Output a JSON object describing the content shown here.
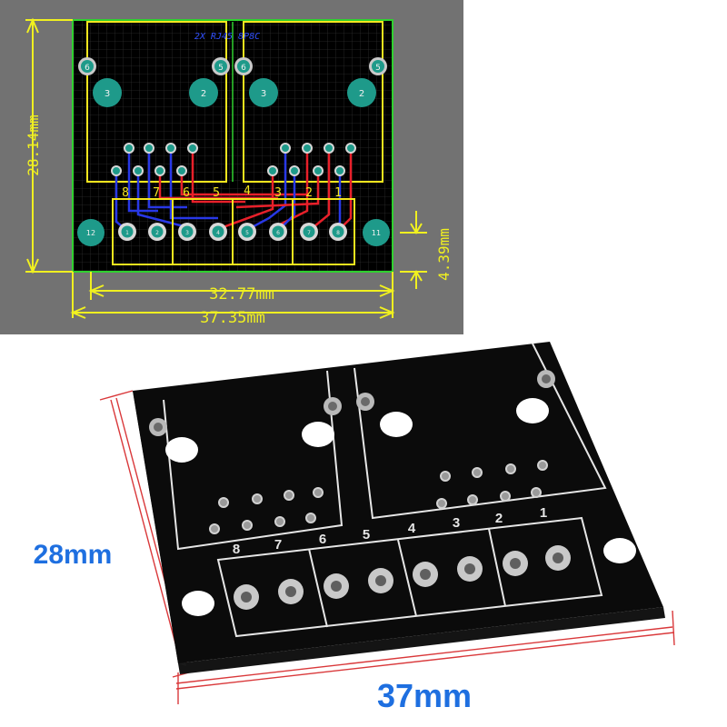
{
  "pcb_layout": {
    "board_label": "2X RJ45 8P8C",
    "mounting_labels": [
      "6",
      "5",
      "6",
      "5"
    ],
    "large_pad_labels": [
      "3",
      "2",
      "3",
      "2"
    ],
    "pin_numbers": [
      "8",
      "7",
      "6",
      "5",
      "4",
      "3",
      "2",
      "1"
    ],
    "terminal_labels": [
      "1",
      "2",
      "3",
      "4",
      "5",
      "6",
      "7",
      "8"
    ],
    "corner_pad_left": "12",
    "corner_pad_right": "11",
    "dim_height": "28.14mm",
    "dim_inner_width": "32.77mm",
    "dim_outer_width": "37.35mm",
    "dim_edge": "4.39mm",
    "colors": {
      "background": "#727272",
      "board": "#000000",
      "outline_green": "#2fd02f",
      "silk_yellow": "#f5e61e",
      "trace_red": "#e8202a",
      "trace_blue": "#2838e6",
      "pad": "#1e9a8a",
      "dimension": "#f0f020"
    }
  },
  "photo": {
    "silk_numbers": [
      "8",
      "7",
      "6",
      "5",
      "4",
      "3",
      "2",
      "1"
    ],
    "label_height": "28mm",
    "label_width": "37mm",
    "colors": {
      "board": "#0b0b0b",
      "silkscreen": "#e6e6e6",
      "pad": "#b9b9b9",
      "label_blue": "#1e6fe0",
      "dimension_red": "#d9383a"
    }
  }
}
